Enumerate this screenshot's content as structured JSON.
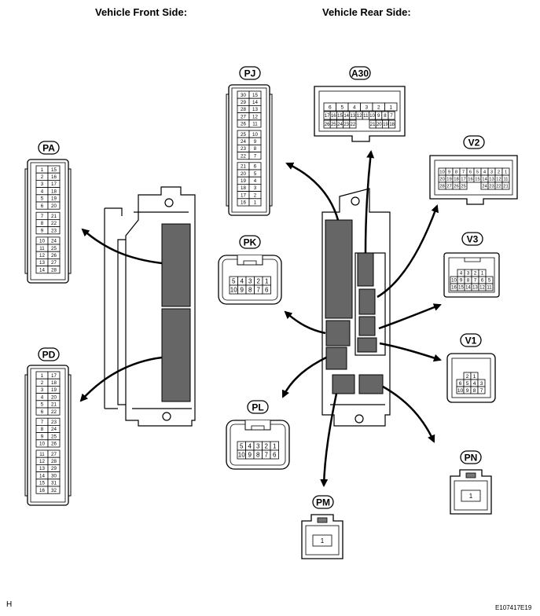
{
  "headers": {
    "front": "Vehicle Front Side:",
    "rear": "Vehicle Rear Side:"
  },
  "footer": {
    "left": "H",
    "right": "E107417E19"
  },
  "connectors": {
    "PA": {
      "label": "PA",
      "pins": [
        [
          "1",
          "15"
        ],
        [
          "2",
          "16"
        ],
        [
          "3",
          "17"
        ],
        [
          "4",
          "18"
        ],
        [
          "5",
          "19"
        ],
        [
          "6",
          "20"
        ],
        [
          "7",
          "21"
        ],
        [
          "8",
          "22"
        ],
        [
          "9",
          "23"
        ],
        [
          "10",
          "24"
        ],
        [
          "11",
          "25"
        ],
        [
          "12",
          "26"
        ],
        [
          "13",
          "27"
        ],
        [
          "14",
          "28"
        ]
      ]
    },
    "PD": {
      "label": "PD",
      "pins": [
        [
          "1",
          "17"
        ],
        [
          "2",
          "18"
        ],
        [
          "3",
          "19"
        ],
        [
          "4",
          "20"
        ],
        [
          "5",
          "21"
        ],
        [
          "6",
          "22"
        ],
        [
          "7",
          "23"
        ],
        [
          "8",
          "24"
        ],
        [
          "9",
          "25"
        ],
        [
          "10",
          "26"
        ],
        [
          "11",
          "27"
        ],
        [
          "12",
          "28"
        ],
        [
          "13",
          "29"
        ],
        [
          "14",
          "30"
        ],
        [
          "15",
          "31"
        ],
        [
          "16",
          "32"
        ]
      ]
    },
    "PJ": {
      "label": "PJ",
      "pins": [
        [
          "30",
          "15"
        ],
        [
          "29",
          "14"
        ],
        [
          "28",
          "13"
        ],
        [
          "27",
          "12"
        ],
        [
          "26",
          "11"
        ],
        [
          "25",
          "10"
        ],
        [
          "24",
          "9"
        ],
        [
          "23",
          "8"
        ],
        [
          "22",
          "7"
        ],
        [
          "21",
          "6"
        ],
        [
          "20",
          "5"
        ],
        [
          "19",
          "4"
        ],
        [
          "18",
          "3"
        ],
        [
          "17",
          "2"
        ],
        [
          "16",
          "1"
        ]
      ]
    },
    "A30": {
      "label": "A30",
      "row1": [
        "6",
        "5",
        "4",
        "3",
        "2",
        "1"
      ],
      "row2": [
        "17",
        "16",
        "15",
        "14",
        "13",
        "12",
        "11",
        "10",
        "9",
        "8",
        "7"
      ],
      "row3a": [
        "26",
        "25",
        "24",
        "23",
        "22"
      ],
      "row3b": [
        "21",
        "20",
        "19",
        "18"
      ]
    },
    "V2": {
      "label": "V2",
      "row1": [
        "10",
        "9",
        "8",
        "7",
        "6",
        "5",
        "4",
        "3",
        "2",
        "1"
      ],
      "row2": [
        "20",
        "19",
        "18",
        "17",
        "16",
        "15",
        "14",
        "13",
        "12",
        "11"
      ],
      "row3a": [
        "28",
        "27",
        "26",
        "25"
      ],
      "row3b": [
        "24",
        "23",
        "22",
        "21"
      ]
    },
    "V3": {
      "label": "V3",
      "row1": [
        "4",
        "3",
        "2",
        "1"
      ],
      "row2": [
        "10",
        "9",
        "8",
        "7",
        "6",
        "5"
      ],
      "row3": [
        "16",
        "15",
        "14",
        "13",
        "12",
        "11"
      ]
    },
    "PK": {
      "label": "PK",
      "row1": [
        "5",
        "4",
        "3",
        "2",
        "1"
      ],
      "row2": [
        "10",
        "9",
        "8",
        "7",
        "6"
      ]
    },
    "V1": {
      "label": "V1",
      "row1": [
        "2",
        "1"
      ],
      "row2": [
        "6",
        "5",
        "4",
        "3"
      ],
      "row3": [
        "10",
        "9",
        "8",
        "7"
      ]
    },
    "PL": {
      "label": "PL",
      "row1": [
        "5",
        "4",
        "3",
        "2",
        "1"
      ],
      "row2": [
        "10",
        "9",
        "8",
        "7",
        "6"
      ]
    },
    "PM": {
      "label": "PM",
      "pin": "1"
    },
    "PN": {
      "label": "PN",
      "pin": "1"
    }
  }
}
